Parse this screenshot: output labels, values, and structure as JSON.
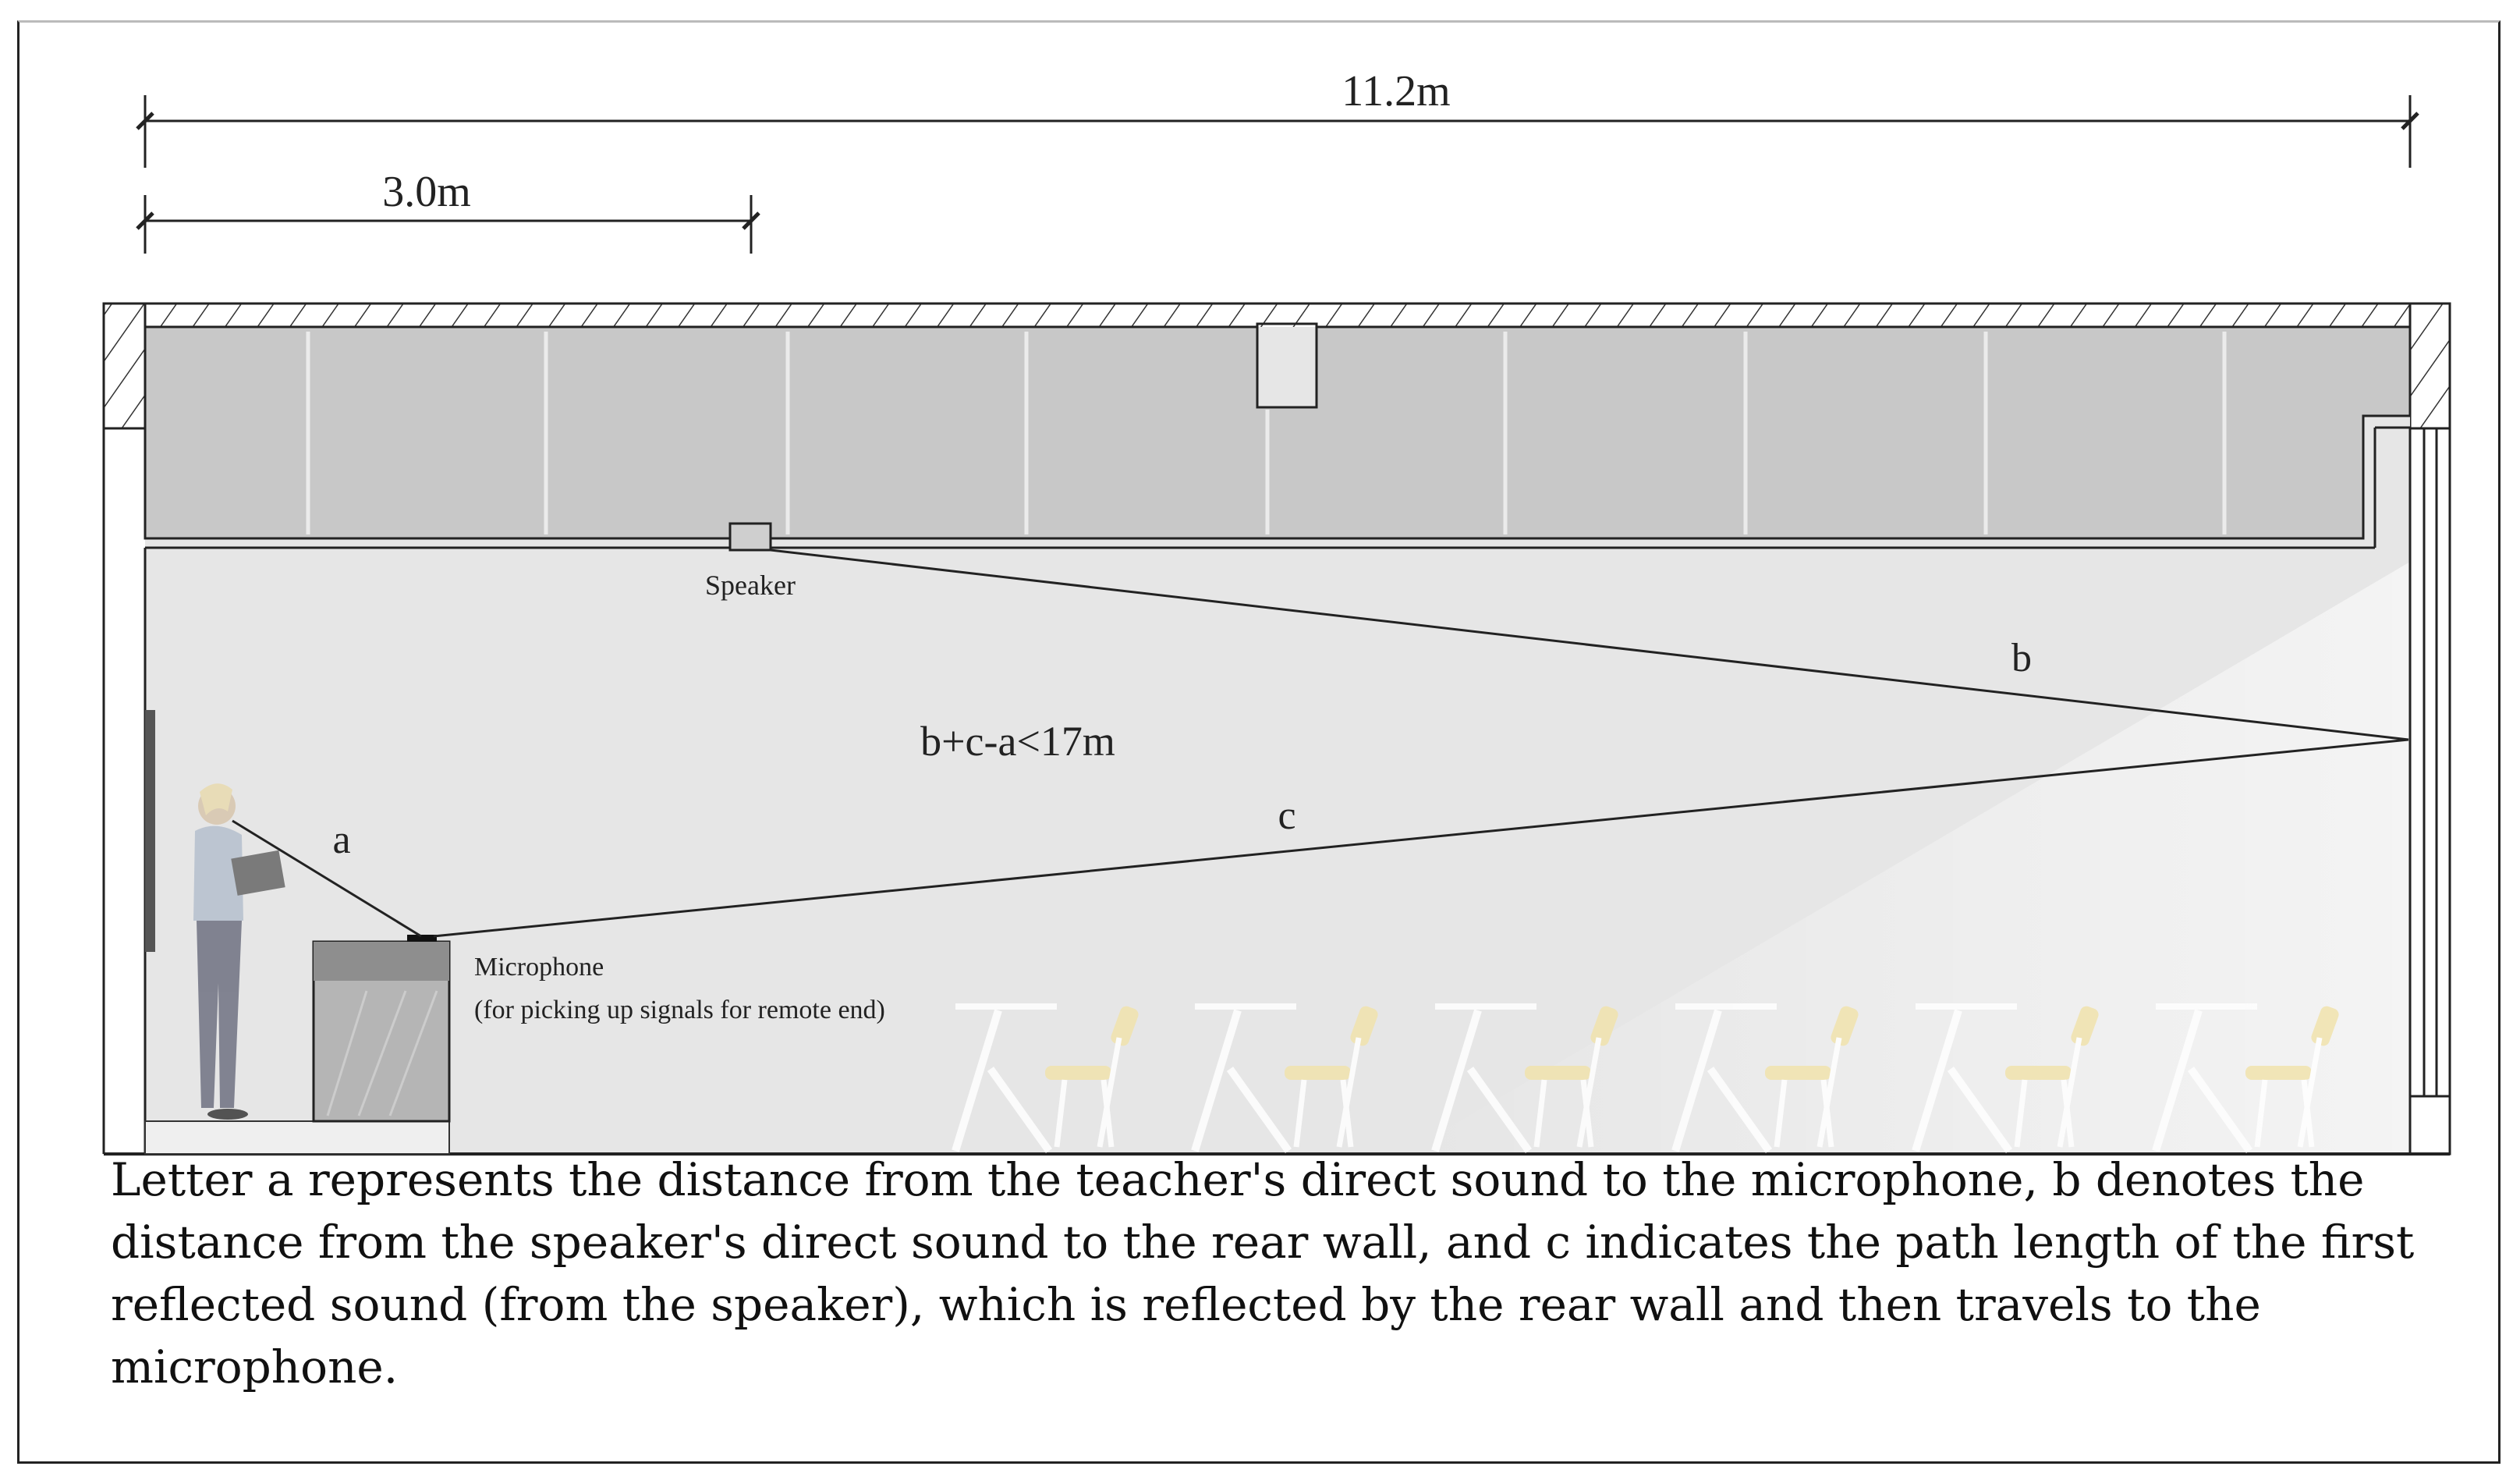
{
  "dimensions": {
    "overall_width": "11.2m",
    "speaker_offset": "3.0m"
  },
  "labels": {
    "speaker": "Speaker",
    "microphone": "Microphone",
    "microphone_note": "(for picking up signals for remote end)",
    "path_a": "a",
    "path_b": "b",
    "path_c": "c",
    "formula": "b+c-a<17m"
  },
  "caption": "Letter a represents the distance from the teacher's direct sound to the microphone, b denotes the distance from the speaker's direct sound to the rear wall, and c indicates the path length of the first reflected sound (from the speaker), which is reflected by the rear wall and then travels to the microphone.",
  "colors": {
    "ceiling": "#c9c9c9",
    "room": "#e4e4e4",
    "chair_seat": "#f1e3ad",
    "line": "#222222"
  }
}
